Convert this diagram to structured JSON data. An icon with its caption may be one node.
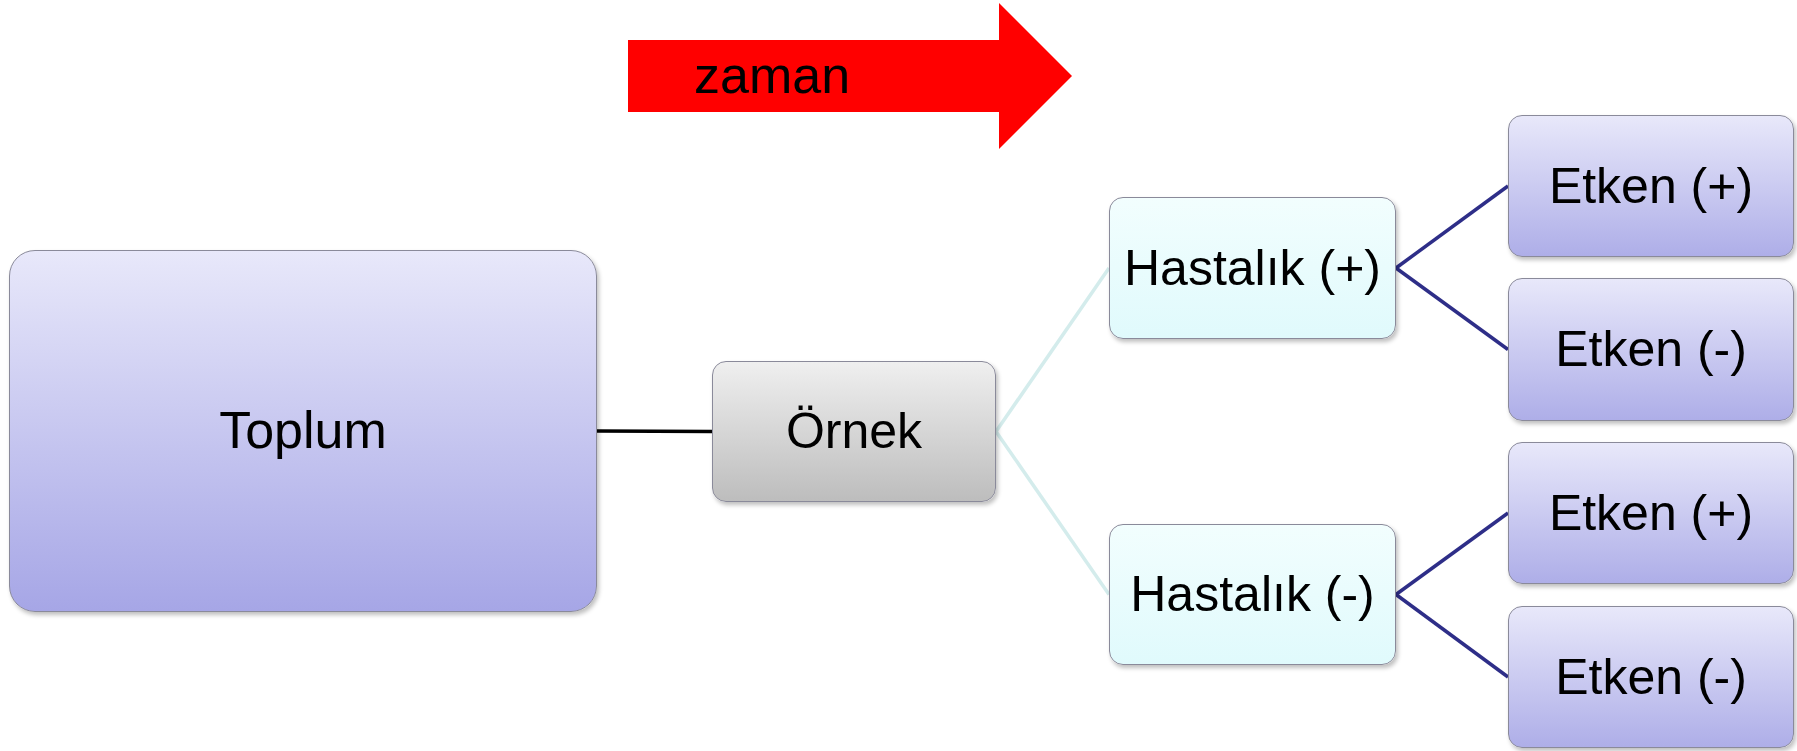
{
  "diagram": {
    "nodes": [
      {
        "text": [
          "zaman"
        ]
      },
      {
        "text": [
          "Toplum"
        ]
      },
      {
        "text": [
          "Örnek"
        ]
      },
      {
        "text": [
          "Hastalık (+)"
        ]
      },
      {
        "text": [
          "Hastalık (-)"
        ]
      },
      {
        "text": [
          "Etken (+)"
        ]
      },
      {
        "text": [
          "Etken (-)"
        ]
      },
      {
        "text": [
          "Etken (+)"
        ]
      },
      {
        "text": [
          "Etken (-)"
        ]
      }
    ],
    "edges": [
      {
        "from": 1,
        "to": 2,
        "arrow": "none",
        "color": "#000000"
      },
      {
        "from": 2,
        "to": 3,
        "arrow": "none",
        "color": "#d4ecec"
      },
      {
        "from": 2,
        "to": 4,
        "arrow": "none",
        "color": "#d4ecec"
      },
      {
        "from": 3,
        "to": 5,
        "arrow": "none",
        "color": "#2e2e88"
      },
      {
        "from": 3,
        "to": 6,
        "arrow": "none",
        "color": "#2e2e88"
      },
      {
        "from": 4,
        "to": 7,
        "arrow": "none",
        "color": "#2e2e88"
      },
      {
        "from": 4,
        "to": 8,
        "arrow": "none",
        "color": "#2e2e88"
      }
    ]
  }
}
